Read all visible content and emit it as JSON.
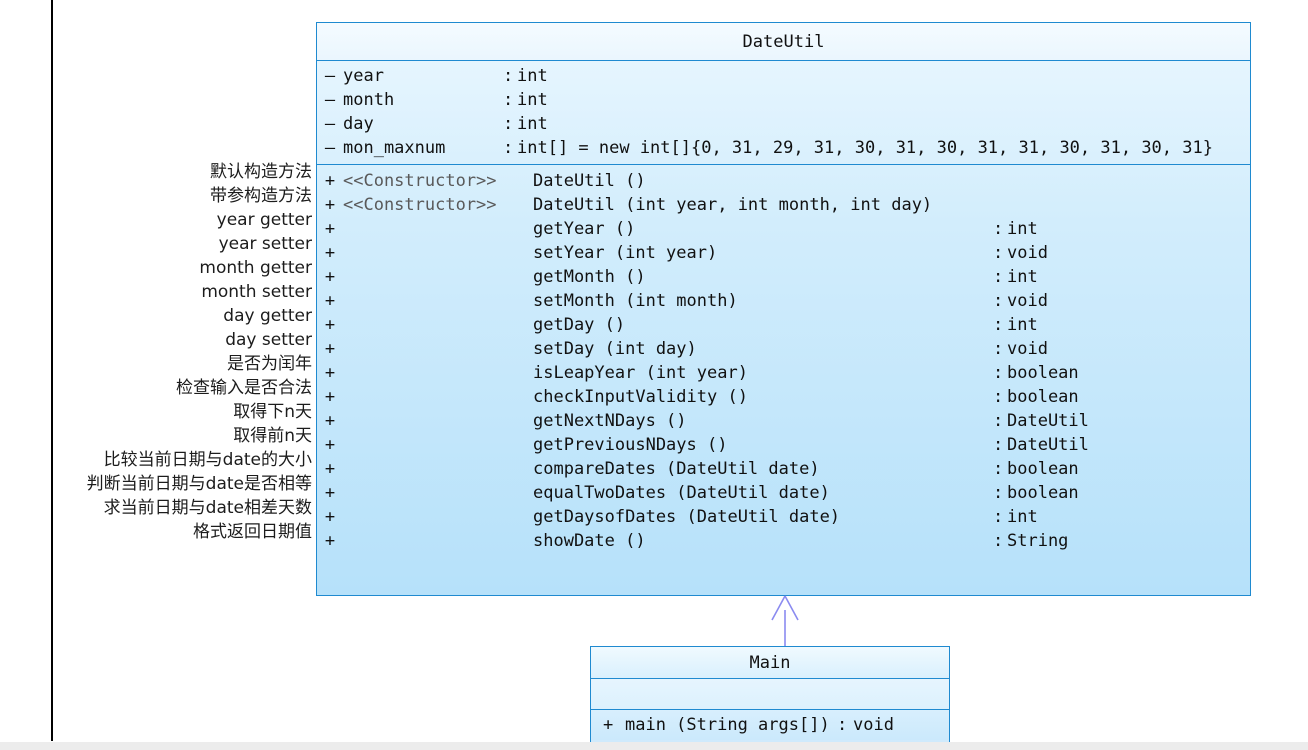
{
  "diagram": {
    "type": "uml-class-diagram",
    "relationship": "generalization"
  },
  "annotations": [
    "默认构造方法",
    "带参构造方法",
    "year getter",
    "year setter",
    "month getter",
    "month setter",
    "day getter",
    "day setter",
    "是否为闰年",
    "检查输入是否合法",
    "取得下n天",
    "取得前n天",
    "比较当前日期与date的大小",
    "判断当前日期与date是否相等",
    "求当前日期与date相差天数",
    "格式返回日期值"
  ],
  "dateutil": {
    "title": "DateUtil",
    "attributes": [
      {
        "visibility": "–",
        "name": "year",
        "sep": ":",
        "type": "int"
      },
      {
        "visibility": "–",
        "name": "month",
        "sep": ":",
        "type": "int"
      },
      {
        "visibility": "–",
        "name": "day",
        "sep": ":",
        "type": "int"
      },
      {
        "visibility": "–",
        "name": "mon_maxnum",
        "sep": ":",
        "type": "int[] = new int[]{0, 31, 29, 31, 30, 31, 30, 31, 31, 30, 31, 30, 31}"
      }
    ],
    "methods": [
      {
        "visibility": "+",
        "stereotype": "<<Constructor>>",
        "name": "DateUtil ()",
        "sep": "",
        "type": ""
      },
      {
        "visibility": "+",
        "stereotype": "<<Constructor>>",
        "name": "DateUtil (int year, int month, int day)",
        "sep": "",
        "type": ""
      },
      {
        "visibility": "+",
        "stereotype": "",
        "name": "getYear ()",
        "sep": ":",
        "type": "int"
      },
      {
        "visibility": "+",
        "stereotype": "",
        "name": "setYear (int year)",
        "sep": ":",
        "type": "void"
      },
      {
        "visibility": "+",
        "stereotype": "",
        "name": "getMonth ()",
        "sep": ":",
        "type": "int"
      },
      {
        "visibility": "+",
        "stereotype": "",
        "name": "setMonth (int month)",
        "sep": ":",
        "type": "void"
      },
      {
        "visibility": "+",
        "stereotype": "",
        "name": "getDay ()",
        "sep": ":",
        "type": "int"
      },
      {
        "visibility": "+",
        "stereotype": "",
        "name": "setDay (int day)",
        "sep": ":",
        "type": "void"
      },
      {
        "visibility": "+",
        "stereotype": "",
        "name": "isLeapYear (int year)",
        "sep": ":",
        "type": "boolean"
      },
      {
        "visibility": "+",
        "stereotype": "",
        "name": "checkInputValidity ()",
        "sep": ":",
        "type": "boolean"
      },
      {
        "visibility": "+",
        "stereotype": "",
        "name": "getNextNDays ()",
        "sep": ":",
        "type": "DateUtil"
      },
      {
        "visibility": "+",
        "stereotype": "",
        "name": "getPreviousNDays ()",
        "sep": ":",
        "type": "DateUtil"
      },
      {
        "visibility": "+",
        "stereotype": "",
        "name": "compareDates (DateUtil date)",
        "sep": ":",
        "type": "boolean"
      },
      {
        "visibility": "+",
        "stereotype": "",
        "name": "equalTwoDates (DateUtil date)",
        "sep": ":",
        "type": "boolean"
      },
      {
        "visibility": "+",
        "stereotype": "",
        "name": "getDaysofDates (DateUtil date)",
        "sep": ":",
        "type": "int"
      },
      {
        "visibility": "+",
        "stereotype": "",
        "name": "showDate ()",
        "sep": ":",
        "type": "String"
      }
    ]
  },
  "main": {
    "title": "Main",
    "attributes": [],
    "methods": [
      {
        "visibility": "+",
        "name": "main (String args[])",
        "sep": ":",
        "type": "void"
      }
    ]
  },
  "colors": {
    "class_border": "#1f8ad0",
    "class_fill_light": "#eaf7ff",
    "class_fill_dark": "#b6e1fa",
    "connector": "#8b8bf0",
    "rule": "#000000"
  }
}
